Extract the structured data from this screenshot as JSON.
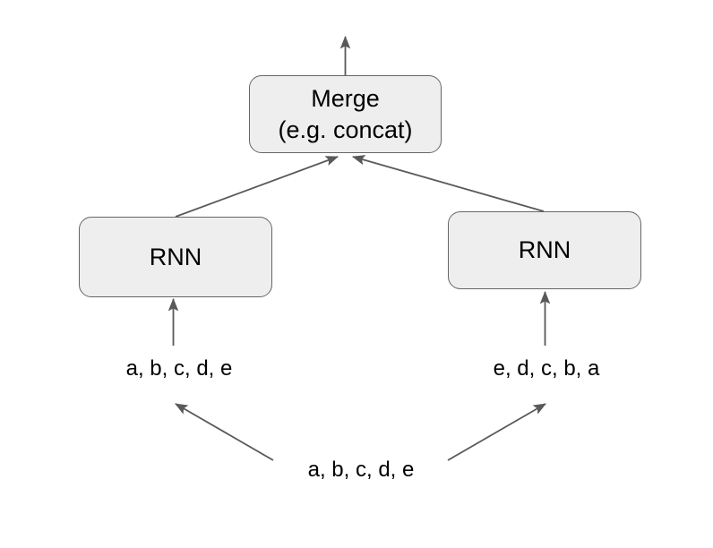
{
  "diagram": {
    "title": "Bidirectional RNN merge diagram",
    "background_color": "#ffffff",
    "node_fill_color": "#eeeeee",
    "node_border_color": "#666666",
    "arrow_color": "#595959",
    "text_color": "#000000"
  },
  "nodes": {
    "merge": {
      "line1": "Merge",
      "line2": "(e.g. concat)"
    },
    "rnn_left": {
      "label": "RNN"
    },
    "rnn_right": {
      "label": "RNN"
    }
  },
  "labels": {
    "input_forward": "a, b, c, d, e",
    "input_backward": "e, d, c, b, a",
    "source_sequence": "a, b, c, d, e"
  },
  "connectors": [
    {
      "name": "merge-to-output",
      "from": "merge",
      "to": "output",
      "direction": "up"
    },
    {
      "name": "rnn-left-to-merge",
      "from": "rnn_left",
      "to": "merge",
      "direction": "up-right"
    },
    {
      "name": "rnn-right-to-merge",
      "from": "rnn_right",
      "to": "merge",
      "direction": "up-left"
    },
    {
      "name": "input-forward-to-rnn-left",
      "from": "input_forward",
      "to": "rnn_left",
      "direction": "up"
    },
    {
      "name": "input-backward-to-rnn-right",
      "from": "input_backward",
      "to": "rnn_right",
      "direction": "up"
    },
    {
      "name": "source-to-input-forward",
      "from": "source_sequence",
      "to": "input_forward",
      "direction": "up-left"
    },
    {
      "name": "source-to-input-backward",
      "from": "source_sequence",
      "to": "input_backward",
      "direction": "up-right"
    }
  ]
}
